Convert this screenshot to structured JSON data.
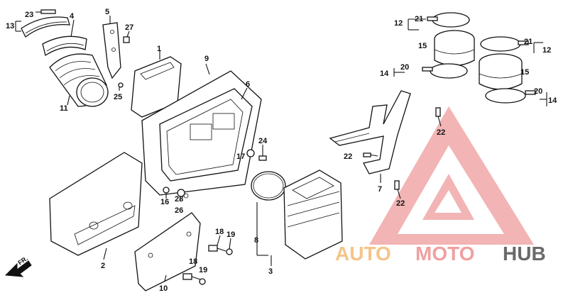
{
  "callouts": {
    "p1": "1",
    "p2": "2",
    "p3": "3",
    "p4": "4",
    "p5": "5",
    "p6": "6",
    "p7": "7",
    "p8": "8",
    "p9": "9",
    "p10": "10",
    "p11": "11",
    "p12a": "12",
    "p12b": "12",
    "p13": "13",
    "p14a": "14",
    "p14b": "14",
    "p15a": "15",
    "p15b": "15",
    "p16": "16",
    "p17": "17",
    "p18a": "18",
    "p18b": "18",
    "p19a": "19",
    "p19b": "19",
    "p20a": "20",
    "p20b": "20",
    "p21a": "21",
    "p21b": "21",
    "p22a": "22",
    "p22b": "22",
    "p22c": "22",
    "p23": "23",
    "p24": "24",
    "p25": "25",
    "p26": "26",
    "p27": "27",
    "p28": "28"
  },
  "direction_label": "FR.",
  "watermark": {
    "auto": "AUTO",
    "moto": "MOTO",
    "hub": "HUB",
    "colors": {
      "accent": "#f0a0a0",
      "dark": "#6a6a6a",
      "orange": "#f5c48a"
    }
  }
}
